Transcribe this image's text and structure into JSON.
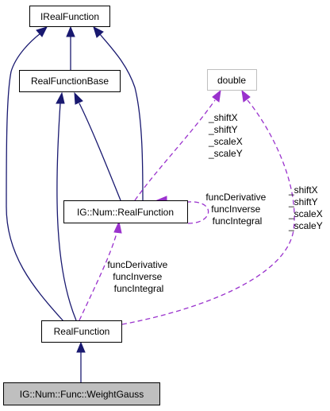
{
  "nodes": {
    "irealfunction": "IRealFunction",
    "realfunctionbase": "RealFunctionBase",
    "double": "double",
    "ig_num_realfunction": "IG::Num::RealFunction",
    "realfunction": "RealFunction",
    "weightgauss": "IG::Num::Func::WeightGauss"
  },
  "edge_labels": {
    "double_to_ig_realfunction": [
      "_shiftX",
      "_shiftY",
      "_scaleX",
      "_scaleY"
    ],
    "ig_realfunction_self": [
      "funcDerivative",
      "funcInverse",
      "funcIntegral"
    ],
    "double_to_realfunction": [
      "_shiftX",
      "_shiftY",
      "_scaleX",
      "_scaleY"
    ],
    "ig_realfunction_to_realfunction": [
      "funcDerivative",
      "funcInverse",
      "funcIntegral"
    ]
  },
  "colors": {
    "inheritance_edge": "#191970",
    "usage_edge": "#9a32cd",
    "focus_fill": "#bfbfbf",
    "primitive_border": "#bfbfbf"
  }
}
